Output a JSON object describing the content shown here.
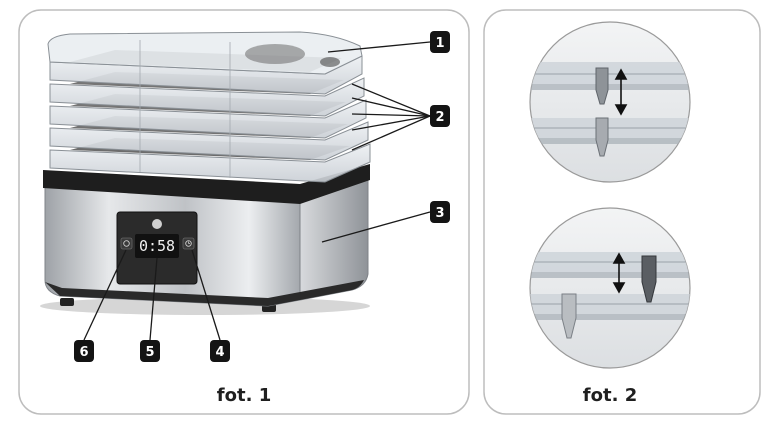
{
  "figure1": {
    "caption": "fot. 1",
    "display_readout": "0:58",
    "callouts": [
      {
        "id": "1",
        "label": "1"
      },
      {
        "id": "2",
        "label": "2"
      },
      {
        "id": "3",
        "label": "3"
      },
      {
        "id": "4",
        "label": "4"
      },
      {
        "id": "5",
        "label": "5"
      },
      {
        "id": "6",
        "label": "6"
      }
    ]
  },
  "figure2": {
    "caption": "fot. 2"
  },
  "colors": {
    "panel_border": "#bdbdbd",
    "badge_fill": "#141414",
    "leader_line": "#1a1a1a",
    "steel": "#c9ccd0",
    "base": "#2a2a2a",
    "display": "#1b1b1b"
  }
}
